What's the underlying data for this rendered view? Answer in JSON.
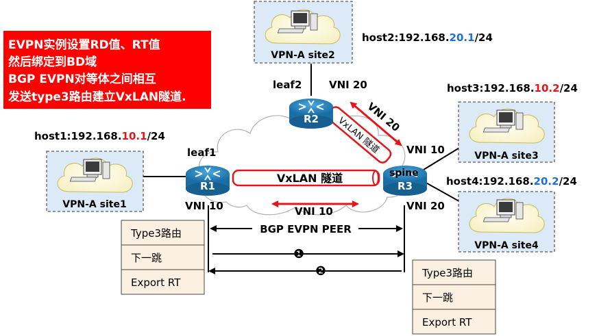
{
  "note": {
    "lines": [
      "EVPN实例设置RD值、RT值",
      "然后绑定到BD域",
      "BGP EVPN对等体之间相互",
      "发送type3路由建立VxLAN隧道."
    ],
    "bg_color": "#ff0000",
    "text_color": "#ffffff"
  },
  "sites": [
    {
      "id": "site2",
      "label": "VPN-A site2"
    },
    {
      "id": "site1",
      "label": "VPN-A site1"
    },
    {
      "id": "site3",
      "label": "VPN-A site3"
    },
    {
      "id": "site4",
      "label": "VPN-A site4"
    }
  ],
  "hosts": [
    {
      "id": "host2",
      "prefix": "host2:192.168.",
      "octet": "20.1",
      "suffix": "/24",
      "octet_color": "#1f6fd6"
    },
    {
      "id": "host3",
      "prefix": "host3:192.168.",
      "octet": "10.2",
      "suffix": "/24",
      "octet_color": "#e8141b"
    },
    {
      "id": "host1",
      "prefix": "host1:192.168.",
      "octet": "10.1",
      "suffix": "/24",
      "octet_color": "#e8141b"
    },
    {
      "id": "host4",
      "prefix": "host4:192.168.",
      "octet": "20.2",
      "suffix": "/24",
      "octet_color": "#1f6fd6"
    }
  ],
  "routers": [
    {
      "id": "r1",
      "label": "R1",
      "role": "leaf1"
    },
    {
      "id": "r2",
      "label": "R2",
      "role": "leaf2"
    },
    {
      "id": "r3",
      "label": "R3",
      "role": "spine"
    }
  ],
  "vni_labels": {
    "leaf2": "VNI 20",
    "tunnel_r2_r3": "VNI 20",
    "r3_upper": "VNI 10",
    "r1_lower": "VNI 10",
    "r3_lower": "VNI 20",
    "tunnel_r1_r3": "VNI 10"
  },
  "tunnels": {
    "r1_r3": "VxLAN 隧道",
    "r2_r3": "VxLAN 隧道"
  },
  "peer_label": "BGP EVPN PEER",
  "steps": [
    "❶",
    "❷"
  ],
  "route_table_left": [
    "Type3路由",
    "下一跳",
    "Export RT"
  ],
  "route_table_right": [
    "Type3路由",
    "下一跳",
    "Export RT"
  ],
  "colors": {
    "accent_red": "#e8141b",
    "accent_blue": "#1f6fd6",
    "router_blue": "#1e7fb9",
    "site_bg": "#dce9f6",
    "table_bg": "#fbf0e2"
  }
}
